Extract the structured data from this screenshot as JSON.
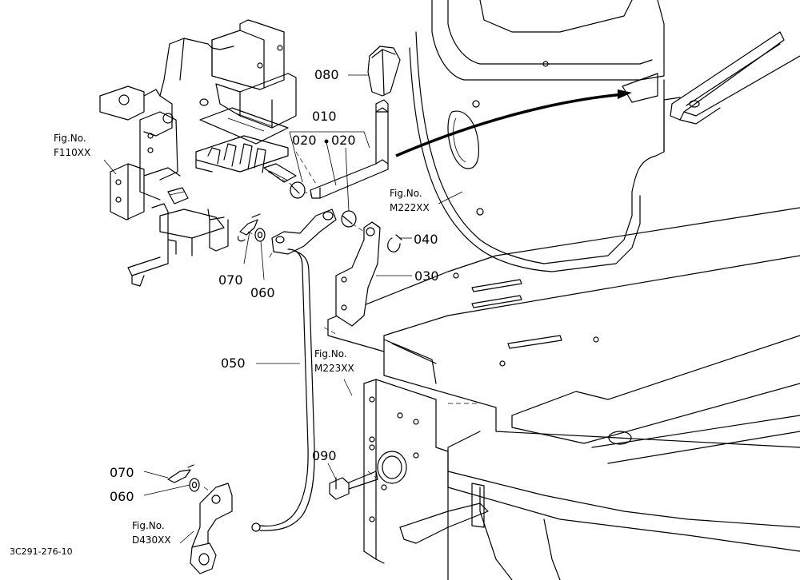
{
  "parts": {
    "p010": "010",
    "p020a": "020",
    "p020b": "020",
    "p030": "030",
    "p040": "040",
    "p050": "050",
    "p060a": "060",
    "p060b": "060",
    "p070a": "070",
    "p070b": "070",
    "p080": "080",
    "p090": "090"
  },
  "figrefs": {
    "f110": {
      "line1": "Fig.No.",
      "line2": "F110XX"
    },
    "m222": {
      "line1": "Fig.No.",
      "line2": "M222XX"
    },
    "m223": {
      "line1": "Fig.No.",
      "line2": "M223XX"
    },
    "d430": {
      "line1": "Fig.No.",
      "line2": "D430XX"
    }
  },
  "drawing_code": "3C291-276-10",
  "colors": {
    "ink": "#000000",
    "paper": "#ffffff"
  }
}
